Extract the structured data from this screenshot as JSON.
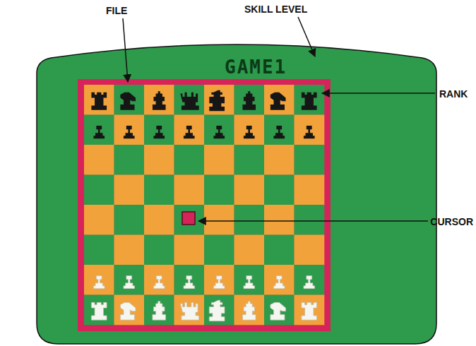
{
  "diagram": {
    "labels": [
      "FILE",
      "SKILL LEVEL",
      "GAME1",
      "RANK",
      "CURSOR"
    ]
  }
}
